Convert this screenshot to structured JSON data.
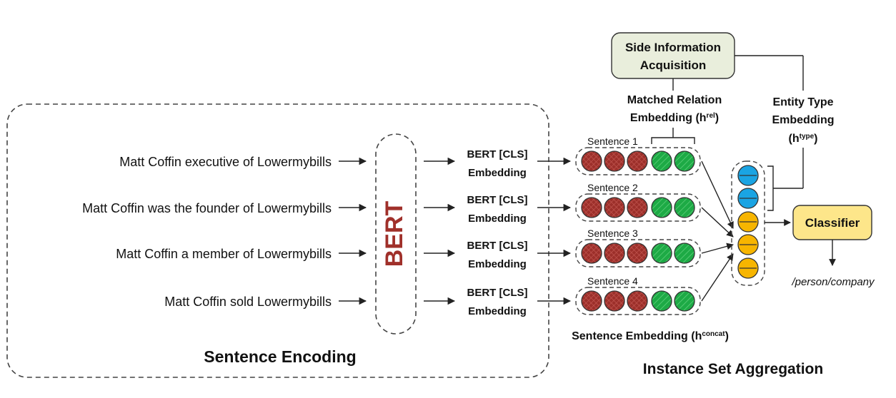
{
  "sentences": [
    "Matt Coffin executive of Lowermybills",
    "Matt Coffin was the founder of Lowermybills",
    "Matt Coffin a member of Lowermybills",
    "Matt Coffin sold Lowermybills"
  ],
  "bert_label": "BERT",
  "cls_label_line1": "BERT [CLS]",
  "cls_label_line2": "Embedding",
  "sentence_labels": [
    "Sentence 1",
    "Sentence 2",
    "Sentence 3",
    "Sentence 4"
  ],
  "side_info": {
    "line1": "Side Information",
    "line2": "Acquisition"
  },
  "matched_relation": {
    "line1": "Matched Relation",
    "line2": "Embedding (h",
    "sup": "rel",
    "close": ")"
  },
  "entity_type": {
    "line1": "Entity Type",
    "line2": "Embedding",
    "line3": "(h",
    "sup": "type",
    "close": ")"
  },
  "sentence_embedding": {
    "text": "Sentence Embedding (h",
    "sup": "concat",
    "close": ")"
  },
  "classifier_label": "Classifier",
  "output_label": "/person/company",
  "section_sentence_encoding": "Sentence Encoding",
  "section_instance_aggregation": "Instance Set Aggregation",
  "colors": {
    "bert_text": "#a0302a",
    "bert_cls_dot": "#9c2f2a",
    "relation_dot": "#1daa45",
    "type_dot": "#1aa4e3",
    "sentence_dot": "#f7b500",
    "box_fill": "#e9eedc",
    "classifier_fill": "#fde68a"
  }
}
